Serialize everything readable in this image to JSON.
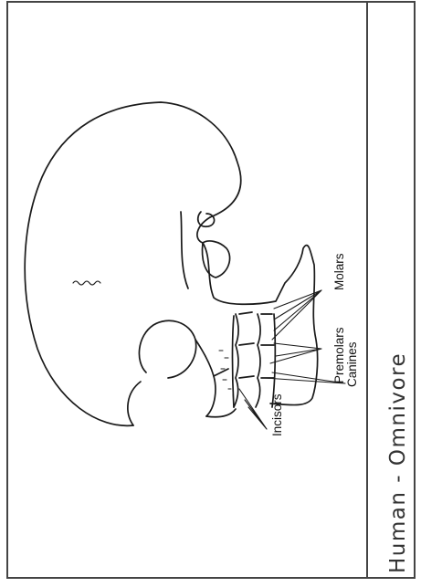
{
  "footer_caption": "Human - Omnivore",
  "labels": {
    "incisors": "Incisors",
    "canines": "Canines",
    "premolars": "Premolars",
    "molars": "Molars"
  }
}
